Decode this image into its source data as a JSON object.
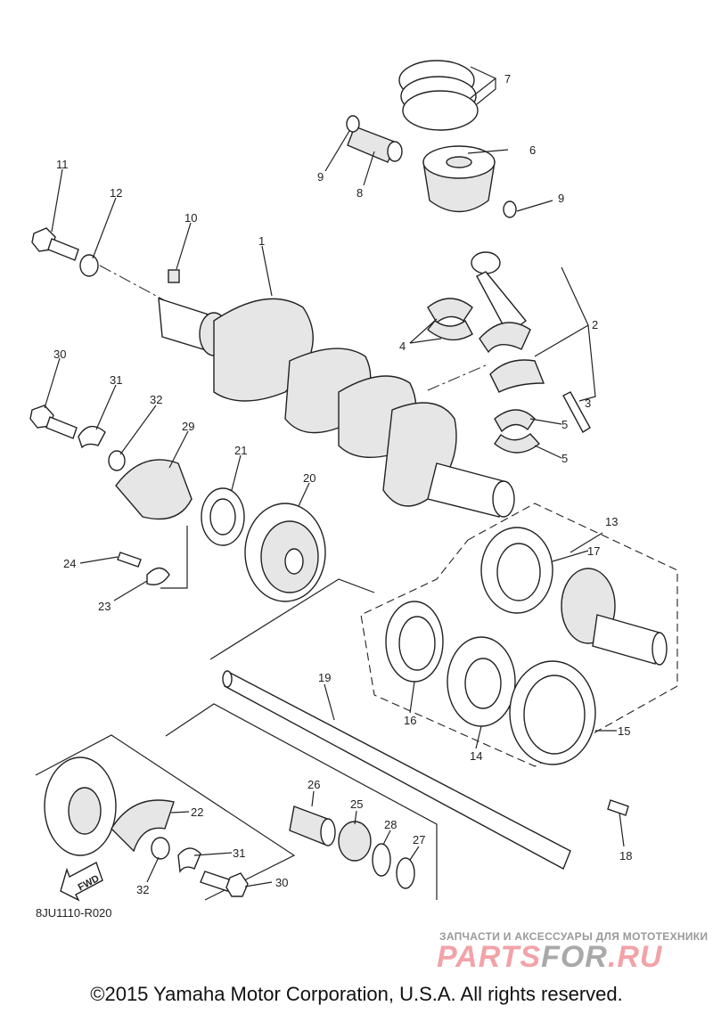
{
  "diagram": {
    "fwd_label": "FWD",
    "drawing_code": "8JU1110-R020",
    "callouts": {
      "c1": "1",
      "c2": "2",
      "c3": "3",
      "c4": "4",
      "c5a": "5",
      "c5b": "5",
      "c6": "6",
      "c7": "7",
      "c8": "8",
      "c9a": "9",
      "c9b": "9",
      "c10": "10",
      "c11": "11",
      "c12": "12",
      "c13": "13",
      "c14": "14",
      "c15": "15",
      "c16": "16",
      "c17": "17",
      "c18": "18",
      "c19": "19",
      "c20": "20",
      "c21": "21",
      "c22": "22",
      "c23": "23",
      "c24": "24",
      "c25": "25",
      "c26": "26",
      "c27": "27",
      "c28": "28",
      "c29": "29",
      "c30a": "30",
      "c30b": "30",
      "c31a": "31",
      "c31b": "31",
      "c32a": "32",
      "c32b": "32"
    }
  },
  "watermark": {
    "tagline": "ЗАПЧАСТИ И АКСЕССУАРЫ ДЛЯ МОТОТЕХНИКИ",
    "logo_part1": "PARTS",
    "logo_part2": "FOR",
    "logo_part3": ".RU"
  },
  "footer": {
    "copyright": "©2015 Yamaha Motor Corporation, U.S.A. All rights reserved."
  }
}
